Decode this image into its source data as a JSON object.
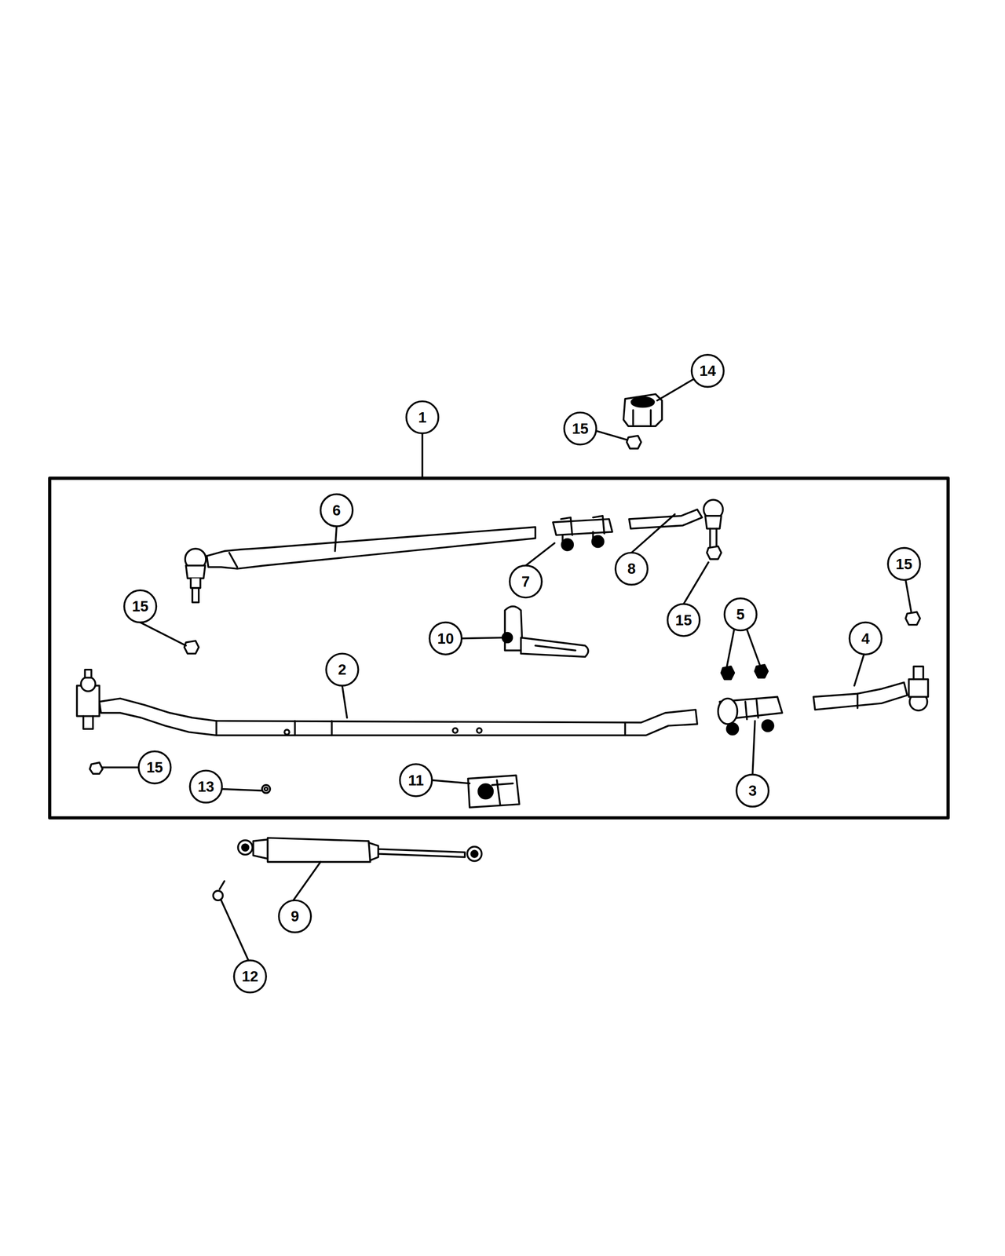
{
  "diagram": {
    "labels": [
      "14",
      "1",
      "15",
      "6",
      "15",
      "7",
      "8",
      "15",
      "5",
      "15",
      "4",
      "10",
      "2",
      "15",
      "13",
      "11",
      "3",
      "9",
      "12"
    ]
  }
}
